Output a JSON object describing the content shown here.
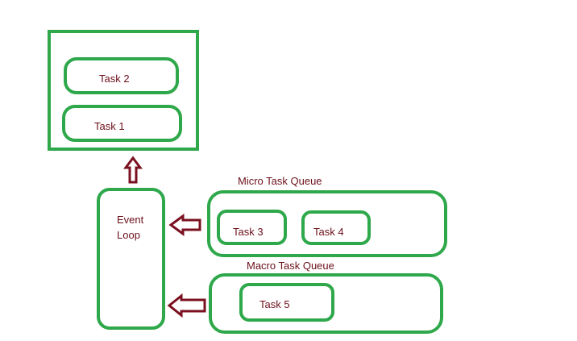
{
  "call_stack": {
    "tasks": [
      {
        "label": "Task 2"
      },
      {
        "label": "Task 1"
      }
    ]
  },
  "event_loop": {
    "label_line1": "Event",
    "label_line2": "Loop"
  },
  "micro_queue": {
    "title": "Micro Task Queue",
    "tasks": [
      {
        "label": "Task 3"
      },
      {
        "label": "Task 4"
      }
    ]
  },
  "macro_queue": {
    "title": "Macro Task Queue",
    "tasks": [
      {
        "label": "Task 5"
      }
    ]
  },
  "colors": {
    "box_stroke": "#2ea84a",
    "arrow_stroke": "#7a1020",
    "text": "#6b0f1a"
  }
}
